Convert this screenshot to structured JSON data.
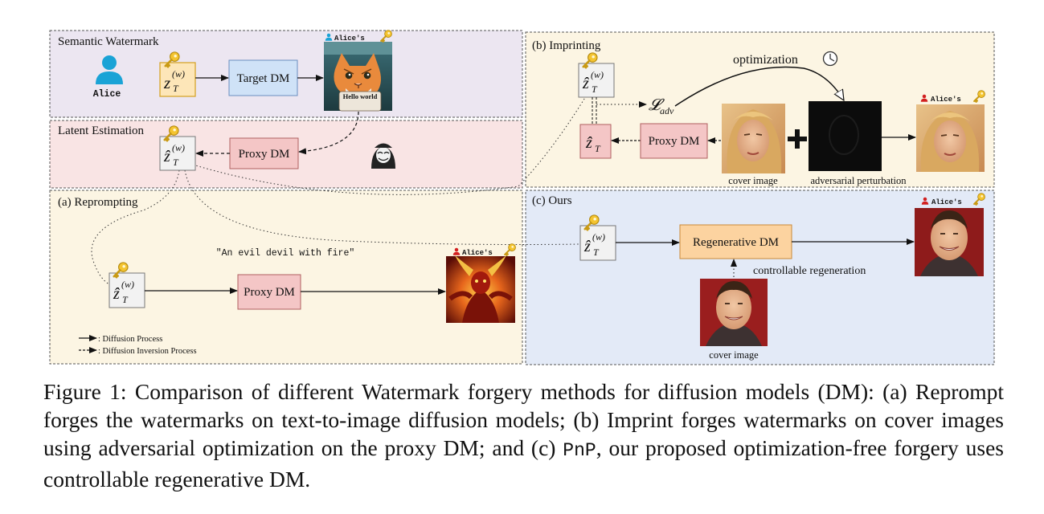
{
  "panels": {
    "semantic": "Semantic Watermark",
    "latent": "Latent Estimation",
    "reprompting": "(a) Reprompting",
    "imprinting": "(b) Imprinting",
    "ours": "(c) Ours"
  },
  "boxes": {
    "target_dm": "Target DM",
    "proxy_dm": "Proxy DM",
    "regenerative_dm": "Regenerative DM"
  },
  "labels": {
    "alice": "Alice",
    "alices": "Alice's",
    "hello_world": "Hello world",
    "prompt": "\"An evil devil with fire\"",
    "optimization": "optimization",
    "cover_image": "cover image",
    "adversarial_perturbation": "adversarial perturbation",
    "controllable_regeneration": "controllable regeneration",
    "legend_diffusion": ": Diffusion Process",
    "legend_inversion": ": Diffusion Inversion Process",
    "loss_main": "𝓛",
    "loss_sub": "adv"
  },
  "caption": {
    "part1": "Figure 1: Comparison of different Watermark forgery methods for diffusion models (DM): (a) Reprompt forges the watermarks on text-to-image diffusion models; (b) Imprint forges watermarks on cover images using adversarial optimization on the proxy DM; and (c) ",
    "code": "PnP",
    "part2": ", our proposed optimization-free forgery uses controllable regenerative DM."
  },
  "colors": {
    "semantic_bg": "#ece6f1",
    "latent_bg": "#f9e4e4",
    "warm_bg": "#fcf5e3",
    "ours_bg": "#e3eaf7",
    "key": "#f4c430",
    "target_box": "#cfe2f7",
    "proxy_box": "#f4c6c6",
    "regen_box": "#fcd3a0",
    "alice_icon": "#1aa3d6",
    "forged_icon": "#d21f1f"
  },
  "icons": [
    "user-icon",
    "key-icon",
    "hacker-icon",
    "clock-icon",
    "plus-icon"
  ]
}
